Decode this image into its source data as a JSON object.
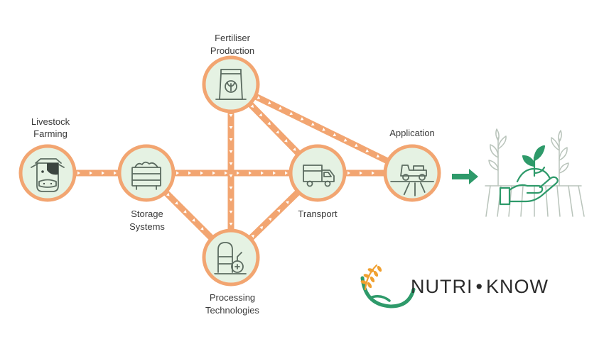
{
  "colors": {
    "connector": "#f2a571",
    "arrow_mark": "#ffffff",
    "node_ring": "#f2a571",
    "node_fill": "#e5f2e3",
    "icon_stroke": "#5b6b60",
    "accent_green": "#2e9a6a",
    "brand_orange": "#f0a030",
    "brand_text": "#2b2b2b"
  },
  "nodes": {
    "livestock": {
      "label_1": "Livestock",
      "label_2": "Farming",
      "icon": "cow-icon"
    },
    "storage": {
      "label_1": "Storage",
      "label_2": "Systems",
      "icon": "storage-crate-icon"
    },
    "fertiliser": {
      "label_1": "Fertiliser",
      "label_2": "Production",
      "icon": "fertiliser-bag-icon"
    },
    "processing": {
      "label_1": "Processing",
      "label_2": "Technologies",
      "icon": "processing-tank-icon"
    },
    "transport": {
      "label_1": "Transport",
      "icon": "truck-icon"
    },
    "application": {
      "label_1": "Application",
      "icon": "tractor-spreader-icon"
    }
  },
  "outcome": {
    "icon": "hand-with-plant-icon",
    "arrow_icon": "arrow-right-icon"
  },
  "brand": {
    "name_left": "NUTRI",
    "separator": "•",
    "name_right": "KNOW",
    "logo_icon": "wheat-hand-logo-icon"
  }
}
